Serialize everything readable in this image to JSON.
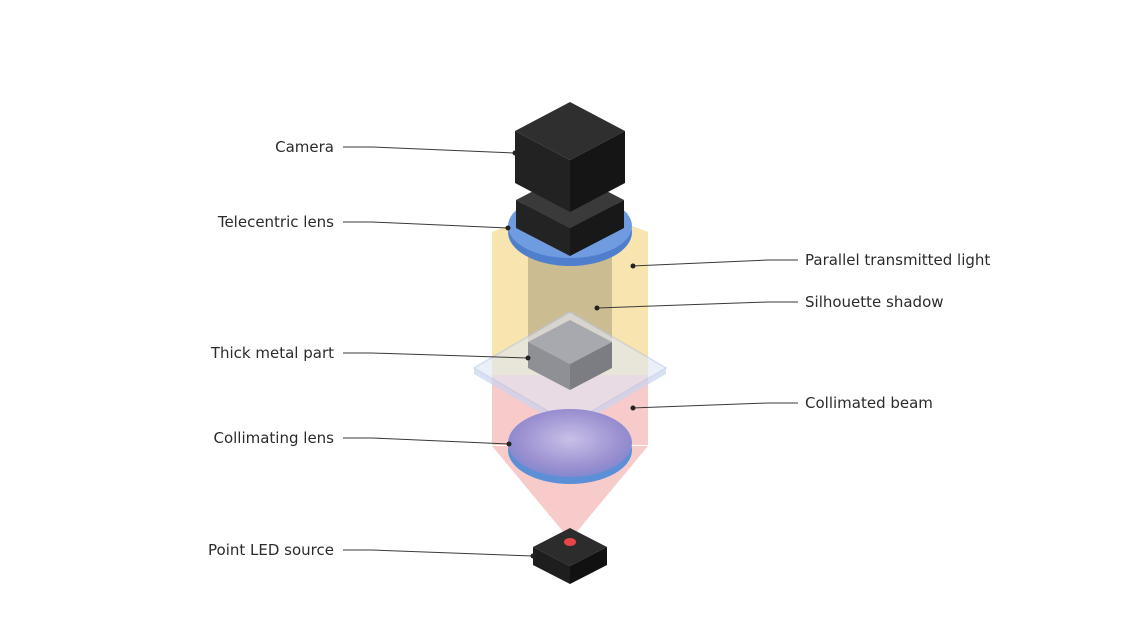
{
  "labels": {
    "camera": "Camera",
    "telecentric_lens": "Telecentric lens",
    "thick_metal_part": "Thick metal part",
    "collimating_lens": "Collimating lens",
    "point_led_source": "Point LED source",
    "parallel_transmitted_light": "Parallel transmitted light",
    "silhouette_shadow": "Silhouette shadow",
    "collimated_beam": "Collimated beam"
  },
  "colors": {
    "camera_body": "#1f1f1f",
    "lens_ring": "#5b8fd6",
    "transmitted_light": "#f3d27a",
    "shadow": "#a89a78",
    "collimated_beam": "#f2a0a0",
    "metal_part": "#8e9096",
    "glass_stage": "#dfe6f5",
    "led": "#e8454a"
  }
}
